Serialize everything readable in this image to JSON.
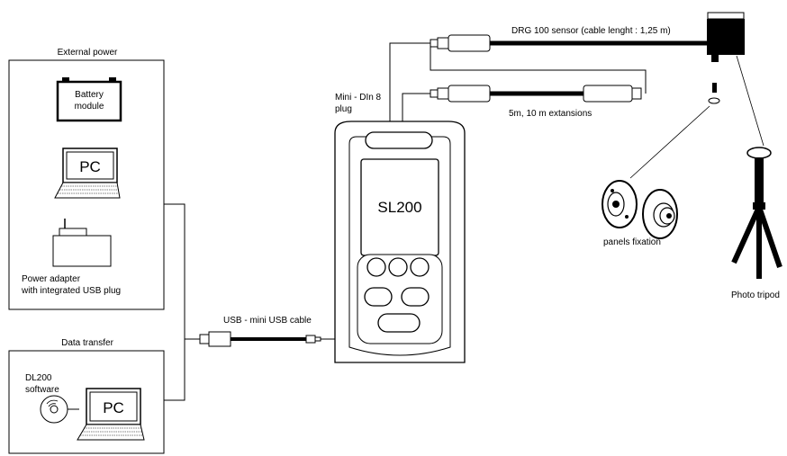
{
  "external_power": {
    "title": "External power",
    "battery_line1": "Battery",
    "battery_line2": "module",
    "pc_label": "PC",
    "adapter_line1": "Power adapter",
    "adapter_line2": "with integrated USB plug"
  },
  "data_transfer": {
    "title": "Data transfer",
    "software_line1": "DL200",
    "software_line2": "software",
    "pc_label": "PC"
  },
  "usb_cable_label": "USB - mini USB cable",
  "device": {
    "plug_line1": "Mini - DIn 8",
    "plug_line2": "plug",
    "name": "SL200"
  },
  "sensor_label": "DRG 100 sensor (cable lenght : 1,25 m)",
  "extension_label": "5m, 10 m extansions",
  "panels_label": "panels fixation",
  "tripod_label": "Photo tripod"
}
